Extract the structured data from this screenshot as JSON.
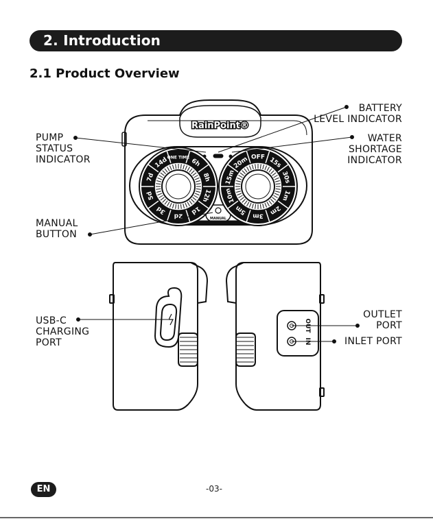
{
  "section": {
    "title": "2. Introduction"
  },
  "subsection": {
    "title": "2.1 Product Overview"
  },
  "device": {
    "brand": "RainPoint®",
    "manual_label": "MANUAL",
    "left_dial": [
      "ONE TIME",
      "6h",
      "8h",
      "12h",
      "1d",
      "2d",
      "3d",
      "5d",
      "7d",
      "14d"
    ],
    "right_dial": [
      "OFF",
      "15s",
      "30s",
      "1m",
      "2m",
      "3m",
      "5m",
      "10m",
      "15m",
      "20m"
    ],
    "port_labels": {
      "out": "OUT",
      "in": "IN"
    }
  },
  "labels": {
    "pump_status": [
      "PUMP",
      "STATUS",
      "INDICATOR"
    ],
    "battery_level": [
      "BATTERY",
      "LEVEL INDICATOR"
    ],
    "water_shortage": [
      "WATER",
      "SHORTAGE",
      "INDICATOR"
    ],
    "manual_button": [
      "MANUAL",
      "BUTTON"
    ],
    "usb_c": [
      "USB-C",
      "CHARGING",
      "PORT"
    ],
    "outlet_port": [
      "OUTLET",
      "PORT"
    ],
    "inlet_port": [
      "INLET PORT"
    ]
  },
  "footer": {
    "language_badge": "EN",
    "page_number": "-03-"
  }
}
